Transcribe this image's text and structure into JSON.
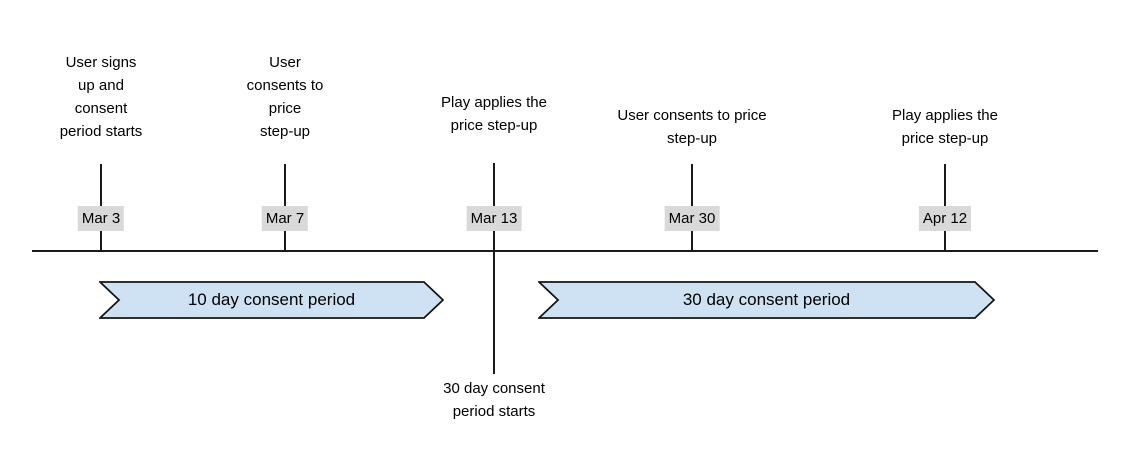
{
  "diagram": {
    "events": [
      {
        "label": "User signs\nup and\nconsent\nperiod starts",
        "date": "Mar 3"
      },
      {
        "label": "User\nconsents to\nprice\nstep-up",
        "date": "Mar 7"
      },
      {
        "label": "Play applies the\nprice step-up",
        "date": "Mar 13"
      },
      {
        "label": "User consents to price\nstep-up",
        "date": "Mar 30"
      },
      {
        "label": "Play applies the\nprice step-up",
        "date": "Apr 12"
      }
    ],
    "periods": [
      {
        "label": "10 day consent period"
      },
      {
        "label": "30 day consent period"
      }
    ],
    "note": "30 day consent\nperiod starts",
    "colors": {
      "banner_fill": "#cfe2f3",
      "banner_border": "#141414",
      "date_chip_bg": "#d9d9d9",
      "line": "#1a1a1a",
      "text": "#000000",
      "background": "#ffffff"
    }
  }
}
